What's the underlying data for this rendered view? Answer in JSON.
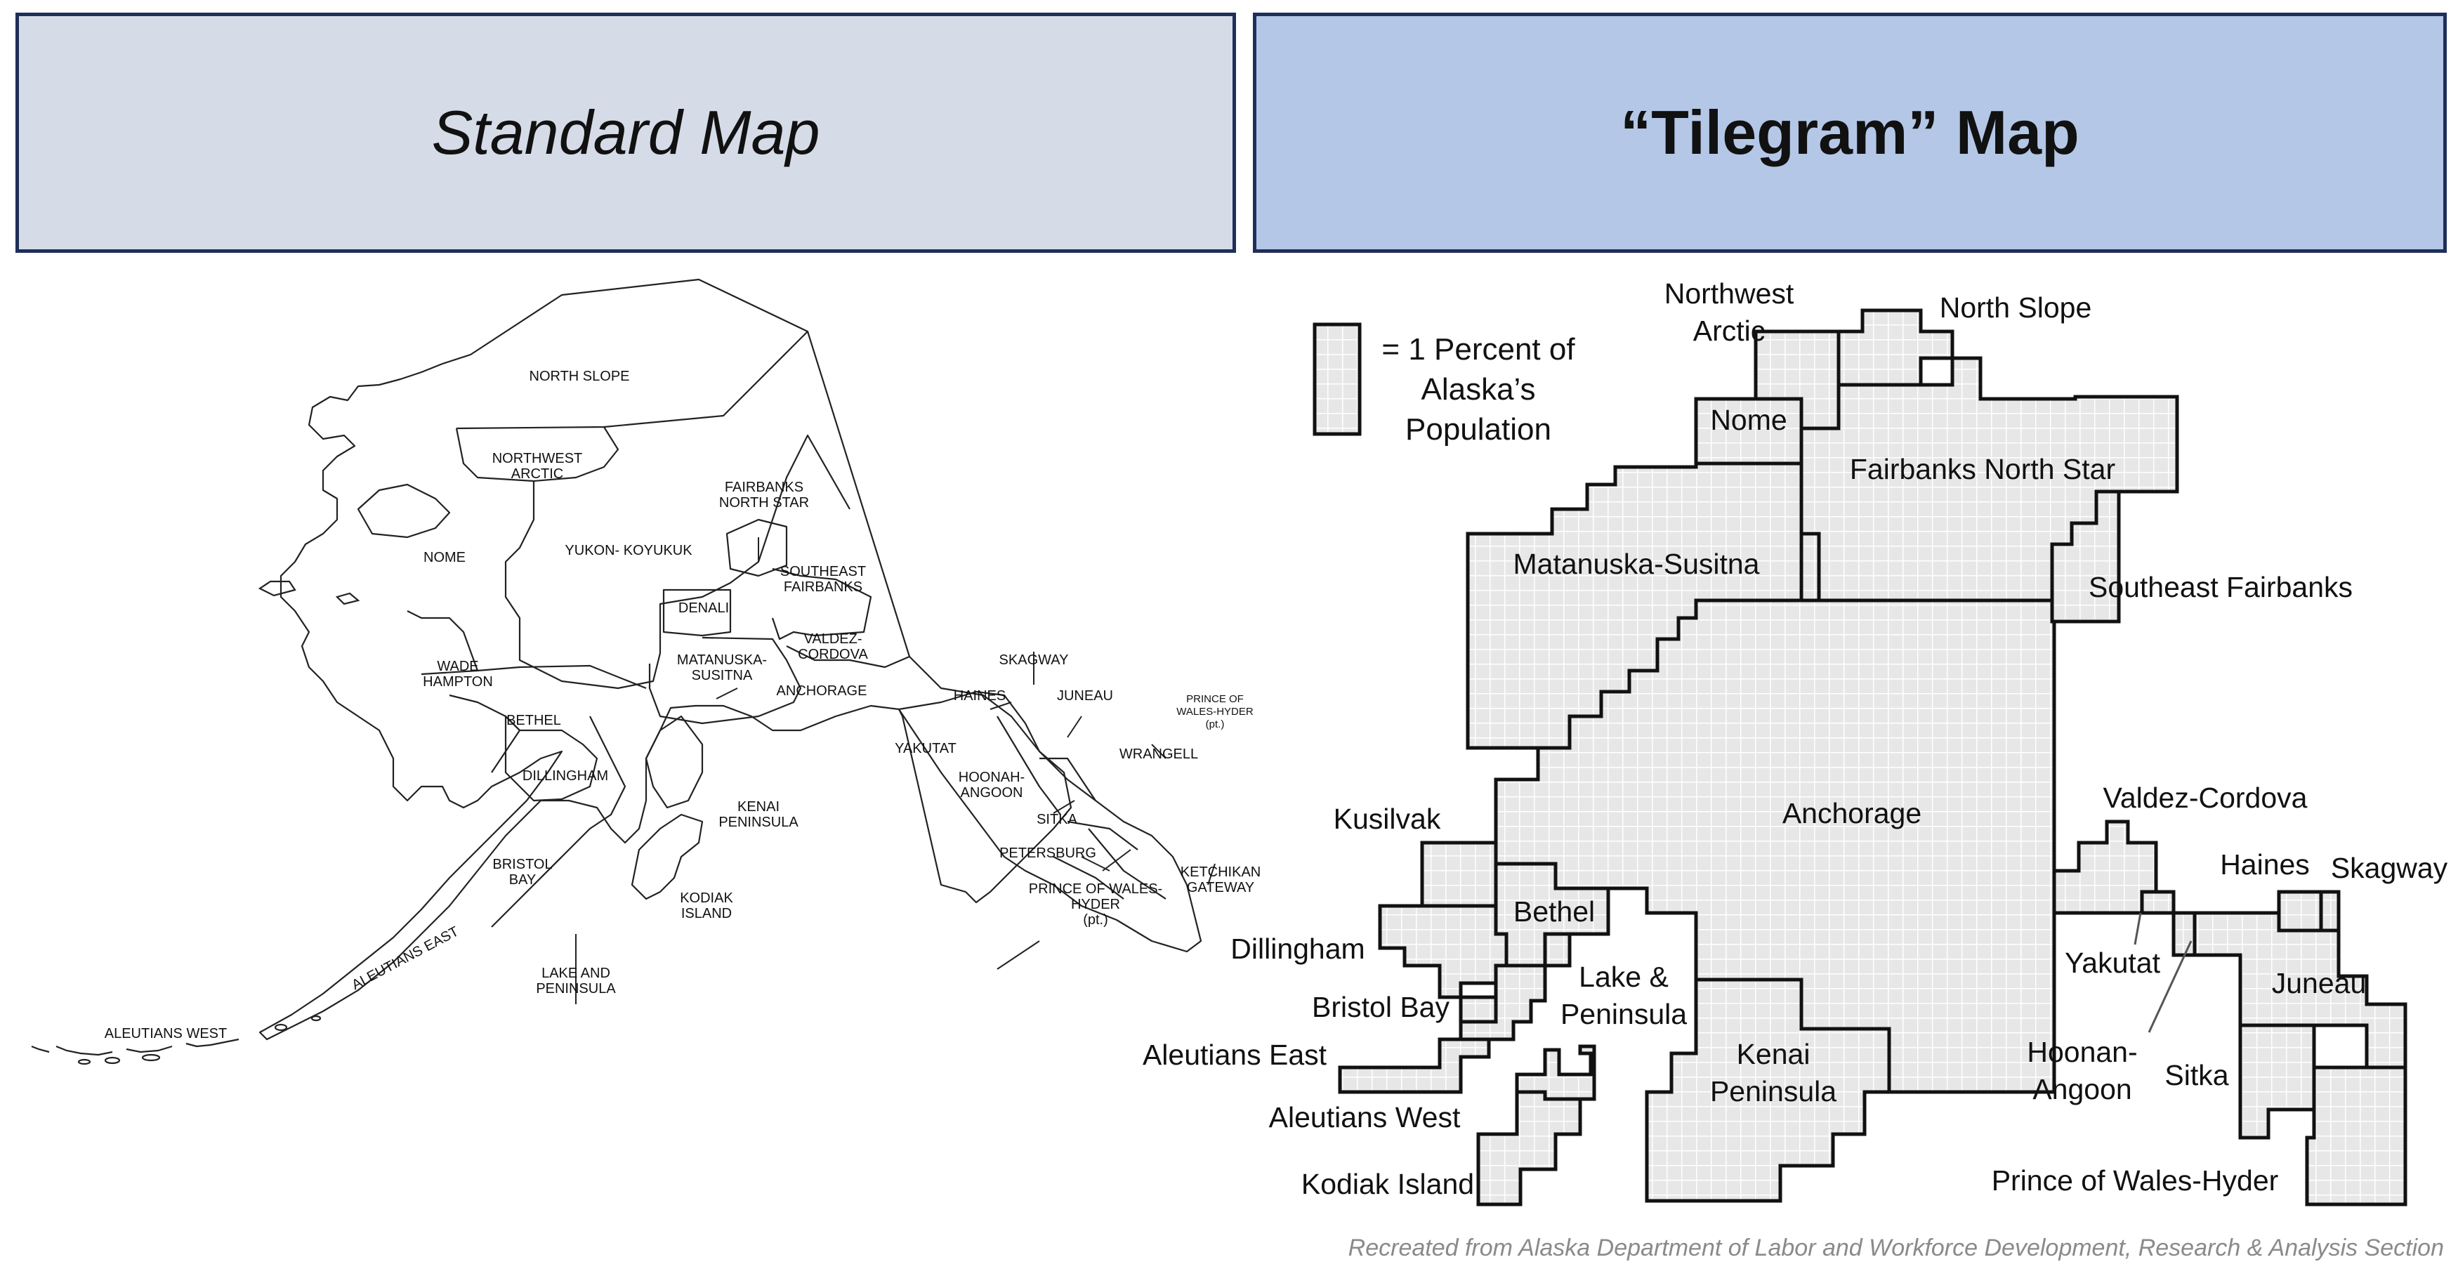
{
  "panels": {
    "left_title": "Standard Map",
    "right_title": "“Tilegram” Map"
  },
  "legend": {
    "lines": [
      "= 1 Percent of",
      "Alaska’s",
      "Population"
    ]
  },
  "standard_map": {
    "labels": {
      "north_slope": "NORTH SLOPE",
      "northwest_arctic": [
        "NORTHWEST",
        "ARCTIC"
      ],
      "nome": "NOME",
      "yukon_koyukuk": "YUKON- KOYUKUK",
      "fairbanks": [
        "FAIRBANKS",
        "NORTH STAR"
      ],
      "southeast_fairbanks": [
        "SOUTHEAST",
        "FAIRBANKS"
      ],
      "denali": "DENALI",
      "wade_hampton": [
        "WADE",
        "HAMPTON"
      ],
      "valdez_cordova": [
        "VALDEZ-",
        "CORDOVA"
      ],
      "matanuska": [
        "MATANUSKA-",
        "SUSITNA"
      ],
      "anchorage": "ANCHORAGE",
      "bethel": "BETHEL",
      "dillingham": "DILLINGHAM",
      "kenai": [
        "KENAI",
        "PENINSULA"
      ],
      "bristol_bay": [
        "BRISTOL",
        "BAY"
      ],
      "kodiak": [
        "KODIAK",
        "ISLAND"
      ],
      "aleutians_east": "ALEUTIANS EAST",
      "lake_peninsula": [
        "LAKE AND",
        "PENINSULA"
      ],
      "aleutians_west": "ALEUTIANS WEST",
      "skagway": "SKAGWAY",
      "haines": "HAINES",
      "juneau": "JUNEAU",
      "yakutat": "YAKUTAT",
      "wrangell": "WRANGELL",
      "prince_wales_hyder_top": [
        "PRINCE OF",
        "WALES-HYDER",
        "(pt.)"
      ],
      "hoonah_angoon": [
        "HOONAH-",
        "ANGOON"
      ],
      "sitka": "SITKA",
      "petersburg": "PETERSBURG",
      "prince_wales_hyder_bottom": [
        "PRINCE OF WALES-",
        "HYDER",
        "(pt.)"
      ],
      "ketchikan": [
        "KETCHIKAN",
        "GATEWAY"
      ]
    }
  },
  "tilegram": {
    "labels": {
      "northwest_arctic": [
        "Northwest",
        "Arctic"
      ],
      "north_slope": "North Slope",
      "nome": "Nome",
      "fairbanks": "Fairbanks North Star",
      "matanuska": "Matanuska-Susitna",
      "southeast_fairbanks": "Southeast Fairbanks",
      "anchorage": "Anchorage",
      "kusilvak": "Kusilvak",
      "bethel": "Bethel",
      "dillingham": "Dillingham",
      "lake_peninsula": [
        "Lake &",
        "Peninsula"
      ],
      "bristol_bay": "Bristol Bay",
      "aleutians_east": "Aleutians East",
      "kenai": [
        "Kenai",
        "Peninsula"
      ],
      "aleutians_west": "Aleutians West",
      "kodiak": "Kodiak Island",
      "valdez_cordova": "Valdez-Cordova",
      "haines": "Haines",
      "skagway": "Skagway",
      "yakutat": "Yakutat",
      "juneau": "Juneau",
      "hoonah_angoon": [
        "Hoonan-",
        "Angoon"
      ],
      "sitka": "Sitka",
      "prince_wales_hyder": "Prince of Wales-Hyder"
    }
  },
  "credit": "Recreated from Alaska Department of Labor and Workforce Development, Research & Analysis Section"
}
